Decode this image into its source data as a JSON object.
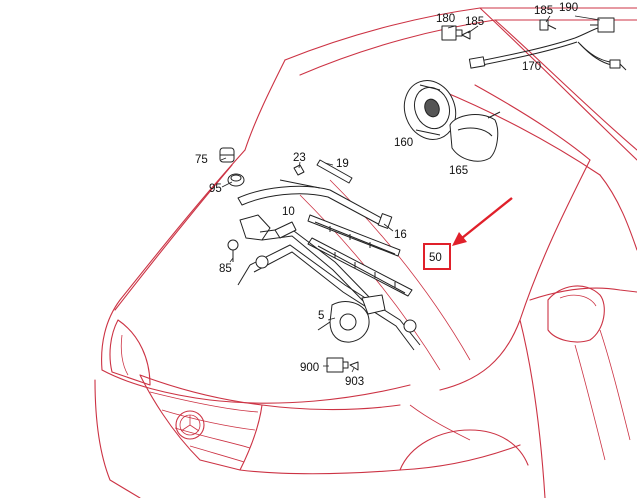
{
  "callouts": {
    "c180": "180",
    "c185_top": "185",
    "c185_right": "185",
    "c190": "190",
    "c170": "170",
    "c160": "160",
    "c165": "165",
    "c75": "75",
    "c95": "95",
    "c23": "23",
    "c19": "19",
    "c10": "10",
    "c16": "16",
    "c50": "50",
    "c85": "85",
    "c5": "5",
    "c900": "900",
    "c903": "903"
  },
  "highlight": {
    "part": "50",
    "color": "#e0202a"
  },
  "colors": {
    "vehicle_outline": "#cc3344",
    "parts": "#222222"
  }
}
